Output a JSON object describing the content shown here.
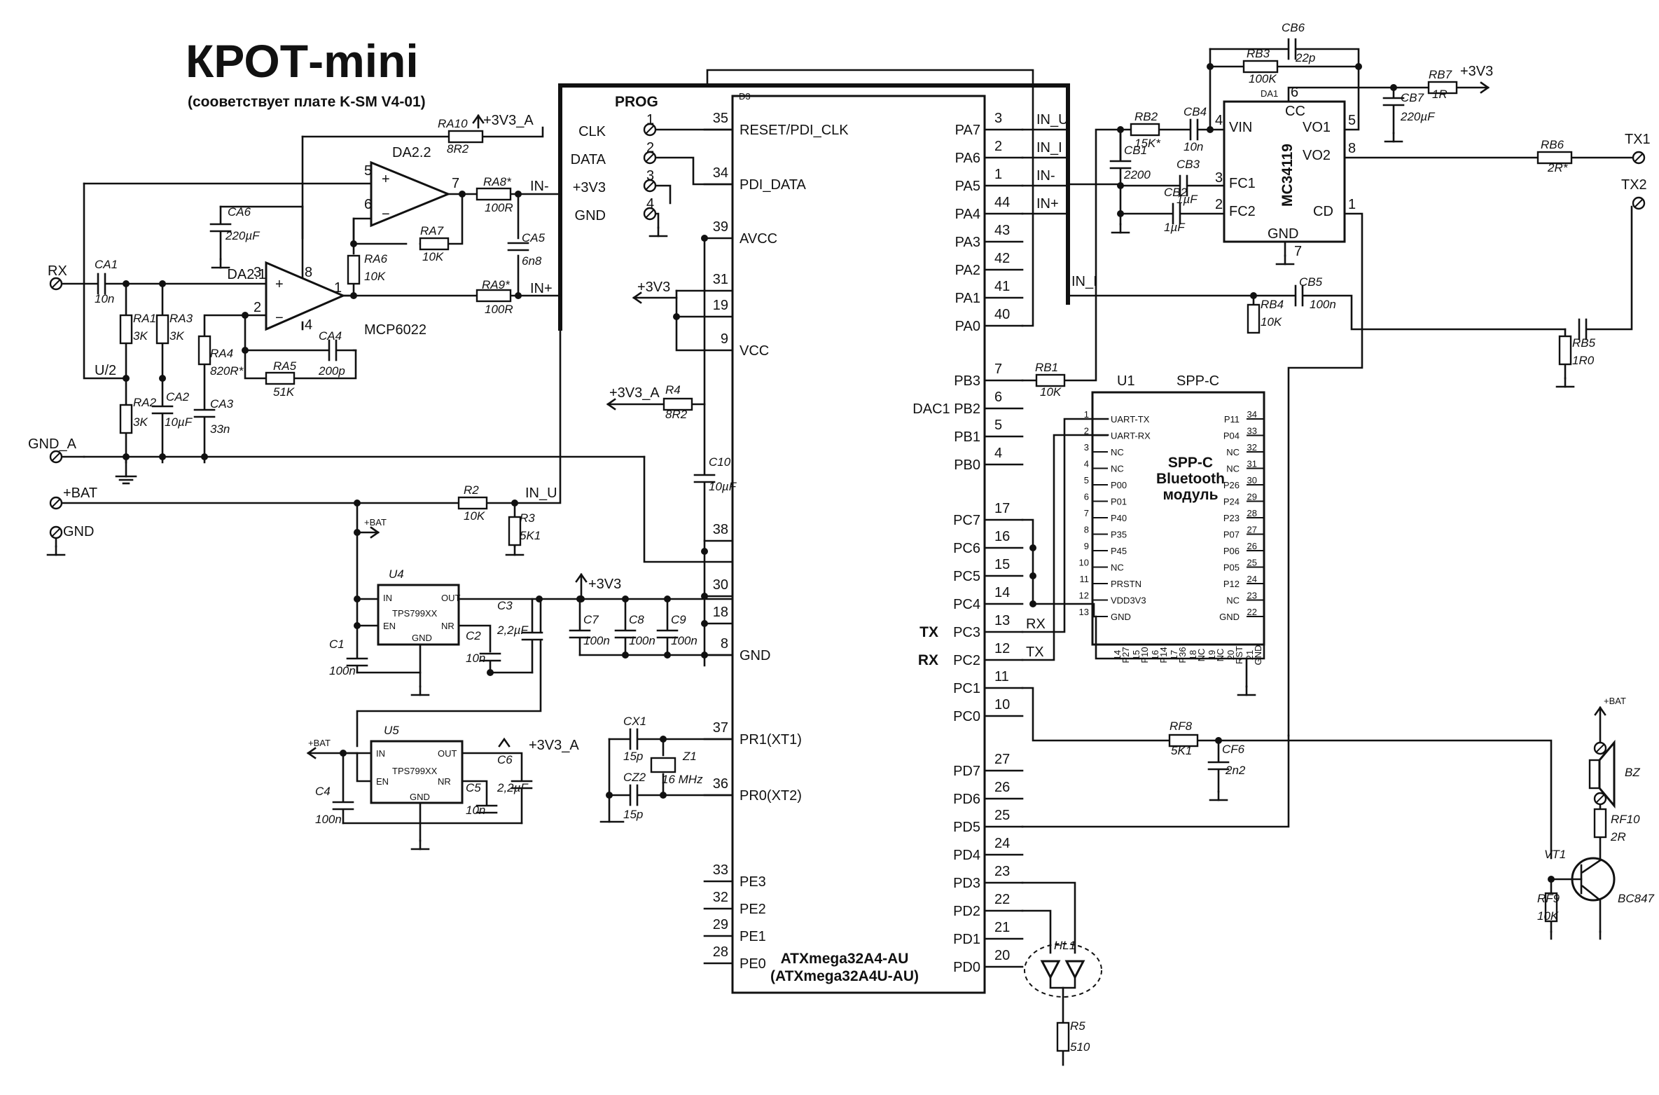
{
  "title": "КРОТ-mini",
  "subtitle": "(сооветствует плате K-SM V4-01)",
  "nets": {
    "rx": "RX",
    "gnd_a": "GND_A",
    "bat": "+BAT",
    "gnd": "GND",
    "u2": "U/2",
    "in_minus": "IN-",
    "in_plus": "IN+",
    "in_u": "IN_U",
    "in_i": "IN_I",
    "v33": "+3V3",
    "v33a": "+3V3_A",
    "tx1": "TX1",
    "tx2": "TX2",
    "tx": "TX",
    "rx2": "RX"
  },
  "prog": {
    "title": "PROG",
    "pins": [
      {
        "label": "CLK",
        "num": "1"
      },
      {
        "label": "DATA",
        "num": "2"
      },
      {
        "label": "+3V3",
        "num": "3"
      },
      {
        "label": "GND",
        "num": "4"
      }
    ]
  },
  "mcu": {
    "ref": "D3",
    "name1": "ATXmega32A4-AU",
    "name2": "(ATXmega32A4U-AU)",
    "left_pins": [
      {
        "num": "35",
        "label": "RESET/PDI_CLK"
      },
      {
        "num": "34",
        "label": "PDI_DATA"
      },
      {
        "num": "39",
        "label": "AVCC"
      },
      {
        "num": "31",
        "label": ""
      },
      {
        "num": "19",
        "label": ""
      },
      {
        "num": "9",
        "label": "VCC"
      },
      {
        "num": "38",
        "label": ""
      },
      {
        "num": "30",
        "label": ""
      },
      {
        "num": "18",
        "label": ""
      },
      {
        "num": "8",
        "label": "GND"
      },
      {
        "num": "37",
        "label": "PR1(XT1)"
      },
      {
        "num": "36",
        "label": "PR0(XT2)"
      },
      {
        "num": "33",
        "label": "PE3"
      },
      {
        "num": "32",
        "label": "PE2"
      },
      {
        "num": "29",
        "label": "PE1"
      },
      {
        "num": "28",
        "label": "PE0"
      }
    ],
    "right_pins": [
      {
        "num": "3",
        "label": "PA7"
      },
      {
        "num": "2",
        "label": "PA6"
      },
      {
        "num": "1",
        "label": "PA5"
      },
      {
        "num": "44",
        "label": "PA4"
      },
      {
        "num": "43",
        "label": "PA3"
      },
      {
        "num": "42",
        "label": "PA2"
      },
      {
        "num": "41",
        "label": "PA1"
      },
      {
        "num": "40",
        "label": "PA0"
      },
      {
        "num": "7",
        "label": "PB3"
      },
      {
        "num": "6",
        "label": "DAC1 PB2"
      },
      {
        "num": "5",
        "label": "PB1"
      },
      {
        "num": "4",
        "label": "PB0"
      },
      {
        "num": "17",
        "label": "PC7"
      },
      {
        "num": "16",
        "label": "PC6"
      },
      {
        "num": "15",
        "label": "PC5"
      },
      {
        "num": "14",
        "label": "PC4"
      },
      {
        "num": "13",
        "label": "PC3"
      },
      {
        "num": "12",
        "label": "PC2"
      },
      {
        "num": "11",
        "label": "PC1"
      },
      {
        "num": "10",
        "label": "PC0"
      },
      {
        "num": "27",
        "label": "PD7"
      },
      {
        "num": "26",
        "label": "PD6"
      },
      {
        "num": "25",
        "label": "PD5"
      },
      {
        "num": "24",
        "label": "PD4"
      },
      {
        "num": "23",
        "label": "PD3"
      },
      {
        "num": "22",
        "label": "PD2"
      },
      {
        "num": "21",
        "label": "PD1"
      },
      {
        "num": "20",
        "label": "PD0"
      }
    ],
    "right_nets": [
      "IN_U",
      "IN_I",
      "IN-",
      "IN+"
    ],
    "tx_mark": "TX",
    "rx_mark": "RX"
  },
  "opamp": {
    "da22": "DA2.2",
    "da21": "DA2.1",
    "part": "MCP6022",
    "pins": [
      "5",
      "6",
      "7",
      "3",
      "2",
      "1",
      "8",
      "4"
    ]
  },
  "analog_parts": [
    {
      "ref": "RA10",
      "val": "8R2"
    },
    {
      "ref": "CA6",
      "val": "220µF"
    },
    {
      "ref": "RA8*",
      "val": "100R"
    },
    {
      "ref": "RA7",
      "val": "10K"
    },
    {
      "ref": "RA6",
      "val": "10K"
    },
    {
      "ref": "CA5",
      "val": "6n8"
    },
    {
      "ref": "RA9*",
      "val": "100R"
    },
    {
      "ref": "CA1",
      "val": "10n"
    },
    {
      "ref": "RA1",
      "val": "3K"
    },
    {
      "ref": "RA3",
      "val": "3K"
    },
    {
      "ref": "RA4",
      "val": "820R*"
    },
    {
      "ref": "RA5",
      "val": "51K"
    },
    {
      "ref": "CA4",
      "val": "200p"
    },
    {
      "ref": "RA2",
      "val": "3K"
    },
    {
      "ref": "CA2",
      "val": "10µF"
    },
    {
      "ref": "CA3",
      "val": "33n"
    }
  ],
  "power_parts": [
    {
      "ref": "R2",
      "val": "10K"
    },
    {
      "ref": "R3",
      "val": "5K1"
    },
    {
      "ref": "U4",
      "val": "TPS799XX"
    },
    {
      "ref": "U5",
      "val": "TPS799XX"
    },
    {
      "ref": "C1",
      "val": "100n"
    },
    {
      "ref": "C2",
      "val": "10n"
    },
    {
      "ref": "C3",
      "val": "2,2µF"
    },
    {
      "ref": "C4",
      "val": "100n"
    },
    {
      "ref": "C5",
      "val": "10n"
    },
    {
      "ref": "C6",
      "val": "2,2µF"
    },
    {
      "ref": "C7",
      "val": "100n"
    },
    {
      "ref": "C8",
      "val": "100n"
    },
    {
      "ref": "C9",
      "val": "100n"
    },
    {
      "ref": "C10",
      "val": "10µF"
    },
    {
      "ref": "R4",
      "val": "8R2"
    }
  ],
  "reg_pins": {
    "in": "IN",
    "en": "EN",
    "gnd": "GND",
    "out": "OUT",
    "nr": "NR"
  },
  "xtal": [
    {
      "ref": "CX1",
      "val": "15p"
    },
    {
      "ref": "CZ2",
      "val": "15p"
    },
    {
      "ref": "Z1",
      "val": "16 MHz"
    }
  ],
  "driver": {
    "ref": "DA1",
    "part": "MC34119",
    "pins": {
      "vin": "VIN",
      "cc": "CC",
      "vo1": "VO1",
      "vo2": "VO2",
      "fc1": "FC1",
      "fc2": "FC2",
      "gnd": "GND",
      "cd": "CD"
    },
    "nums": {
      "vin": "4",
      "cc": "6",
      "vo1": "5",
      "vo2": "8",
      "fc1": "3",
      "fc2": "2",
      "gnd": "7",
      "cd": "1"
    }
  },
  "tx_parts": [
    {
      "ref": "CB6",
      "val": "22p"
    },
    {
      "ref": "RB3",
      "val": "100K"
    },
    {
      "ref": "RB7",
      "val": "1R"
    },
    {
      "ref": "CB7",
      "val": "220µF"
    },
    {
      "ref": "RB2",
      "val": "15K*"
    },
    {
      "ref": "CB4",
      "val": "10n"
    },
    {
      "ref": "CB1",
      "val": "2200"
    },
    {
      "ref": "CB3",
      "val": "1µF"
    },
    {
      "ref": "CB2",
      "val": "1µF"
    },
    {
      "ref": "RB6",
      "val": "2R*"
    },
    {
      "ref": "CB5",
      "val": "100n"
    },
    {
      "ref": "RB4",
      "val": "10K"
    },
    {
      "ref": "RB5",
      "val": "1R0"
    },
    {
      "ref": "RB1",
      "val": "10K"
    }
  ],
  "bt": {
    "ref": "U1",
    "type": "SPP-C",
    "desc": [
      "SPP-C",
      "Bluetooth",
      "модуль"
    ],
    "left": [
      {
        "n": "1",
        "l": "UART-TX"
      },
      {
        "n": "2",
        "l": "UART-RX"
      },
      {
        "n": "3",
        "l": "NC"
      },
      {
        "n": "4",
        "l": "NC"
      },
      {
        "n": "5",
        "l": "P00"
      },
      {
        "n": "6",
        "l": "P01"
      },
      {
        "n": "7",
        "l": "P40"
      },
      {
        "n": "8",
        "l": "P35"
      },
      {
        "n": "9",
        "l": "P45"
      },
      {
        "n": "10",
        "l": "NC"
      },
      {
        "n": "11",
        "l": "PRSTN"
      },
      {
        "n": "12",
        "l": "VDD3V3"
      },
      {
        "n": "13",
        "l": "GND"
      }
    ],
    "right": [
      {
        "n": "34",
        "l": "P11"
      },
      {
        "n": "33",
        "l": "P04"
      },
      {
        "n": "32",
        "l": "NC"
      },
      {
        "n": "31",
        "l": "NC"
      },
      {
        "n": "30",
        "l": "P26"
      },
      {
        "n": "29",
        "l": "P24"
      },
      {
        "n": "28",
        "l": "P23"
      },
      {
        "n": "27",
        "l": "P07"
      },
      {
        "n": "26",
        "l": "P06"
      },
      {
        "n": "25",
        "l": "P05"
      },
      {
        "n": "24",
        "l": "P12"
      },
      {
        "n": "23",
        "l": "NC"
      },
      {
        "n": "22",
        "l": "GND"
      }
    ],
    "bottom": [
      "14",
      "P27",
      "15",
      "P10",
      "16",
      "P14",
      "17",
      "P36",
      "18",
      "NC",
      "19",
      "NC",
      "20",
      "RST",
      "21",
      "GND"
    ]
  },
  "out_parts": [
    {
      "ref": "RF8",
      "val": "5K1"
    },
    {
      "ref": "CF6",
      "val": "2n2"
    },
    {
      "ref": "BZ",
      "val": ""
    },
    {
      "ref": "RF10",
      "val": "2R"
    },
    {
      "ref": "VT1",
      "val": "BC847"
    },
    {
      "ref": "RF9",
      "val": "10K"
    },
    {
      "ref": "HL1",
      "val": ""
    },
    {
      "ref": "R5",
      "val": "510"
    }
  ]
}
